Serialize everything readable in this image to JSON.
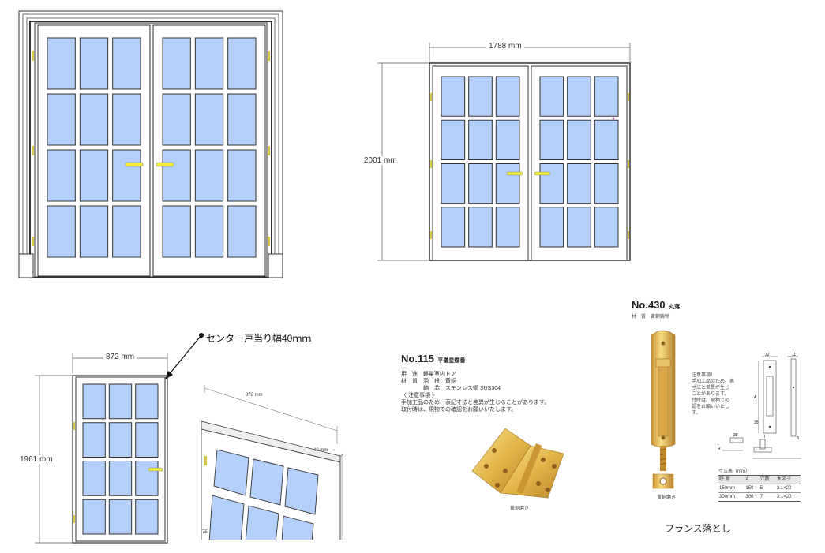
{
  "dims": {
    "width_top": "1788 mm",
    "height_top": "2001 mm",
    "width_single": "872 mm",
    "height_single": "1961 mm",
    "perspective_width": "872 mm",
    "perspective_depth": "40 mm",
    "perspective_corner": "75"
  },
  "callout": "センター戸当り幅40ｍｍ",
  "hinge": {
    "model": "No.115",
    "name": "平儀星蝶番",
    "specs": [
      "用　途　軽量室内ドア",
      "材　質　羽　根：黄銅",
      "　　　　軸　芯：ステンレス鋼 SUS304",
      "〈 注意事項 〉",
      "手加工品のため、表記寸法と差異が生じることがあります。",
      "取付時は、現物での確認をお願いいたします。"
    ],
    "caption": "黄銅磨き"
  },
  "bolt": {
    "model": "No.430",
    "name": "丸落",
    "material": "材　質　黄銅鋳物",
    "notes": [
      "注意事項）",
      "手加工品のため、表",
      "寸法と差異が生じ",
      "ことがあります。",
      "付時は、現物での",
      "認をお願いいたし",
      "す。"
    ],
    "caption": "黄銅磨き",
    "table_title": "寸法表（mm）",
    "table_header": [
      "呼 称",
      "A",
      "穴数",
      "木ネジ"
    ],
    "table_rows": [
      [
        "150mm",
        "150",
        "5",
        "3.1×20"
      ],
      [
        "300mm",
        "300",
        "7",
        "3.1×20"
      ]
    ],
    "drawing_labels": [
      "32",
      "11",
      "A",
      "38",
      "R",
      "7",
      "8",
      "35"
    ],
    "label": "フランス落とし"
  }
}
